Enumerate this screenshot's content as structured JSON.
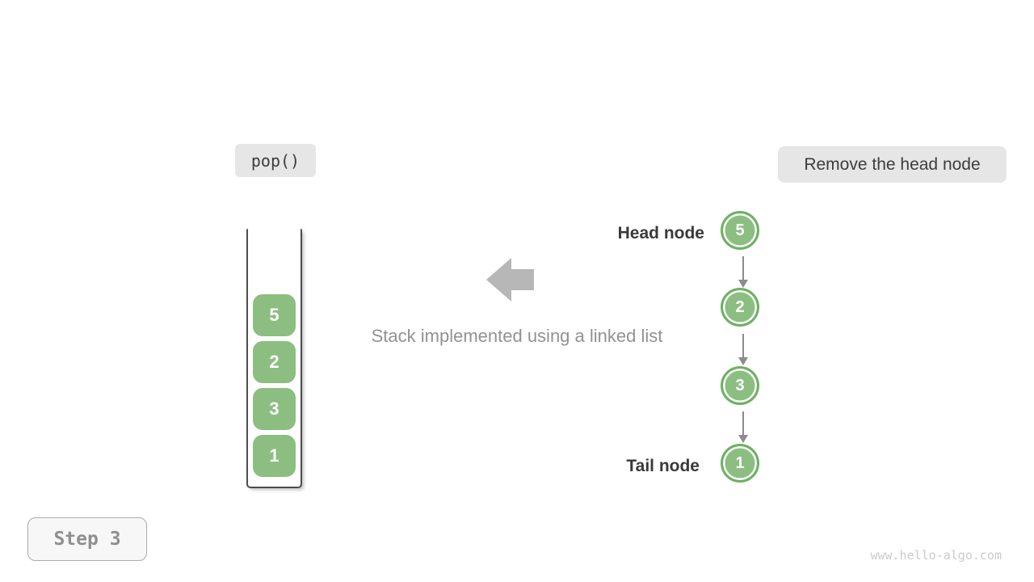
{
  "labels": {
    "operation": "pop()",
    "action": "Remove the head node",
    "caption": "Stack implemented using a linked list",
    "head_node": "Head node",
    "tail_node": "Tail node",
    "step": "Step 3",
    "watermark": "www.hello-algo.com"
  },
  "stack": {
    "items_top_to_bottom": [
      "5",
      "2",
      "3",
      "1"
    ]
  },
  "linked_list": {
    "nodes_head_to_tail": [
      "5",
      "2",
      "3",
      "1"
    ]
  },
  "colors": {
    "green_fill": "#8CBE82",
    "green_border": "#6EB163",
    "label_bg": "#E6E6E6",
    "dark_text": "#3D3D3D",
    "gray_text": "#929292",
    "big_arrow": "#B7B7B7",
    "link_arrow": "#8C8C8C",
    "container_line": "#4D4D4D",
    "step_bg": "#F7F7F7",
    "step_border": "#ABABAB",
    "step_text": "#8F8F8F",
    "watermark": "#CBCBCB"
  }
}
